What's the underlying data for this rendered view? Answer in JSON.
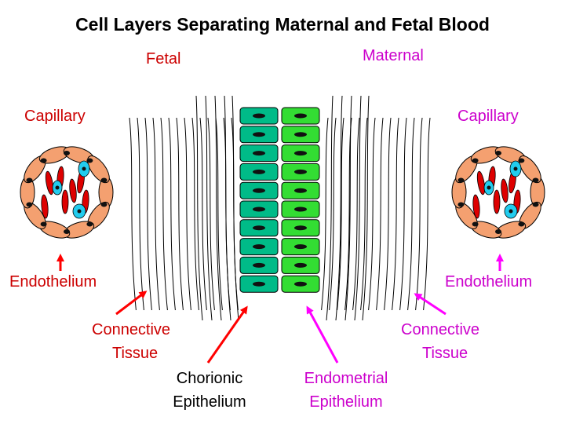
{
  "title": "Cell Layers Separating Maternal and Fetal Blood",
  "labels": {
    "fetal": "Fetal",
    "maternal": "Maternal",
    "capillary_left": "Capillary",
    "capillary_right": "Capillary",
    "endothelium_left": "Endothelium",
    "endothelium_right": "Endothelium",
    "connective_left_line1": "Connective",
    "connective_left_line2": "Tissue",
    "connective_right_line1": "Connective",
    "connective_right_line2": "Tissue",
    "chorionic_line1": "Chorionic",
    "chorionic_line2": "Epithelium",
    "endometrial_line1": "Endometrial",
    "endometrial_line2": "Epithelium"
  },
  "colors": {
    "fetal_side": "#cc0000",
    "maternal_side": "#cc00cc",
    "endothelial_cell": "#f4a070",
    "red_blood_cell": "#dd0000",
    "white_blood_cell": "#22ccee",
    "chorionic_cell": "#00bb88",
    "endometrial_cell": "#33dd33",
    "nucleus": "#111111"
  }
}
